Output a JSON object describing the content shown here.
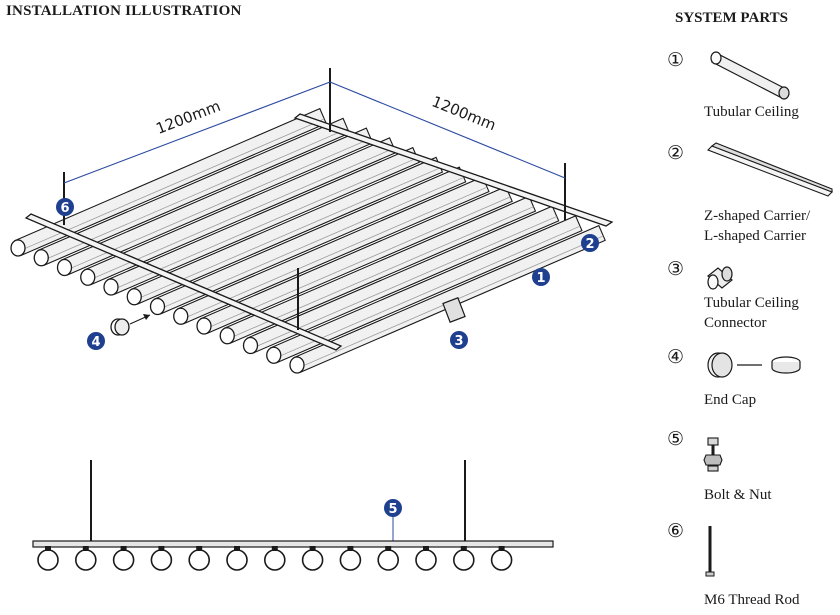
{
  "left_title": "INSTALLATION ILLUSTRATION",
  "right_title": "SYSTEM PARTS",
  "dimensions": {
    "left": "1200mm",
    "right": "1200mm"
  },
  "callouts": [
    "1",
    "2",
    "3",
    "4",
    "5",
    "6"
  ],
  "parts": [
    {
      "symbol": "①",
      "lines": [
        "Tubular Ceiling"
      ]
    },
    {
      "symbol": "②",
      "lines": [
        "Z-shaped Carrier/",
        "L-shaped Carrier"
      ]
    },
    {
      "symbol": "③",
      "lines": [
        "Tubular Ceiling",
        "Connector"
      ]
    },
    {
      "symbol": "④",
      "lines": [
        "End Cap"
      ]
    },
    {
      "symbol": "⑤",
      "lines": [
        "Bolt & Nut"
      ]
    },
    {
      "symbol": "⑥",
      "lines": [
        "M6 Thread Rod"
      ]
    }
  ],
  "colors": {
    "callout_fill": "#1f3f8f",
    "dimension_line": "#2b4aa0",
    "ink": "#1a1a1a"
  }
}
